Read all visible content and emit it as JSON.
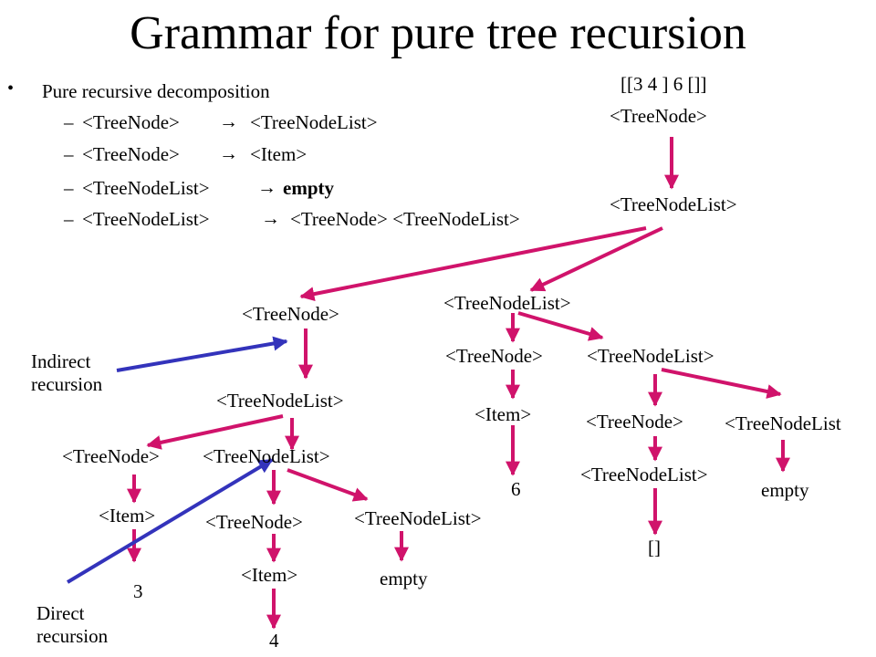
{
  "title": "Grammar for pure tree recursion",
  "rules": {
    "heading": "Pure recursive decomposition",
    "dash": "–",
    "arrow": "→",
    "lines": [
      {
        "lhs": "<TreeNode>",
        "rhs": "<TreeNodeList>"
      },
      {
        "lhs": "<TreeNode>",
        "rhs": "<Item>"
      },
      {
        "lhs": "<TreeNodeList>",
        "rhs": "empty"
      },
      {
        "lhs": "<TreeNodeList>",
        "rhs": "<TreeNode> <TreeNodeList>"
      }
    ]
  },
  "tree": {
    "example": "[[3 4 ] 6 []]",
    "nodes": {
      "root": "<TreeNode>",
      "root_list": "<TreeNodeList>",
      "a_node": "<TreeNode>",
      "a_list": "<TreeNodeList>",
      "a1_node": "<TreeNode>",
      "a1_item": "<Item>",
      "a1_value": "3",
      "a2_list": "<TreeNodeList>",
      "a2_node": "<TreeNode>",
      "a2_item": "<Item>",
      "a2_value": "4",
      "a3_list": "<TreeNodeList>",
      "a3_empty": "empty",
      "b_list": "<TreeNodeList>",
      "b1_node": "<TreeNode>",
      "b1_item": "<Item>",
      "b1_value": "6",
      "b2_list": "<TreeNodeList>",
      "c1_node": "<TreeNode>",
      "c1_list": "<TreeNodeList>",
      "c1_value": "[]",
      "c2_list": "<TreeNodeList",
      "c2_empty": "empty"
    }
  },
  "notes": {
    "indirect": [
      "Indirect",
      "recursion"
    ],
    "direct": [
      "Direct",
      "recursion"
    ]
  },
  "colors": {
    "edge": "#d0136b",
    "recursion_arrow": "#3333bb",
    "text": "#000000"
  }
}
